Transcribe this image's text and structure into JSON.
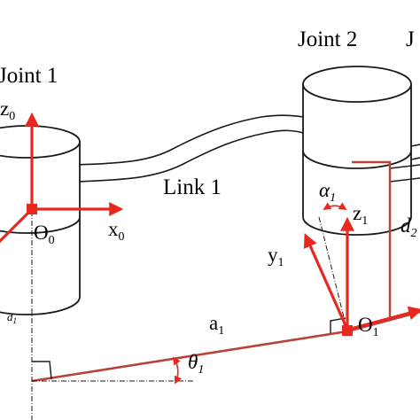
{
  "joint1": {
    "label": "Joint 1"
  },
  "joint2": {
    "label": "Joint 2",
    "partial_next_label": "J"
  },
  "link1": {
    "label": "Link 1"
  },
  "frame0": {
    "z_axis": "z",
    "z_sub": "0",
    "x_axis": "x",
    "x_sub": "0",
    "origin": "O",
    "origin_sub": "0"
  },
  "frame1": {
    "z_axis": "z",
    "z_sub": "1",
    "y_axis": "y",
    "y_sub": "1",
    "origin": "O",
    "origin_sub": "1"
  },
  "params": {
    "alpha": "α",
    "alpha_sub": "1",
    "a": "a",
    "a_sub": "1",
    "theta": "θ",
    "theta_sub": "1",
    "d1": "d",
    "d1_sub": "1",
    "d2": "d",
    "d2_sub": "2"
  },
  "colors": {
    "axis_red": "#e8281e",
    "link_line": "#b8413a",
    "outline": "#1a1a1a"
  }
}
